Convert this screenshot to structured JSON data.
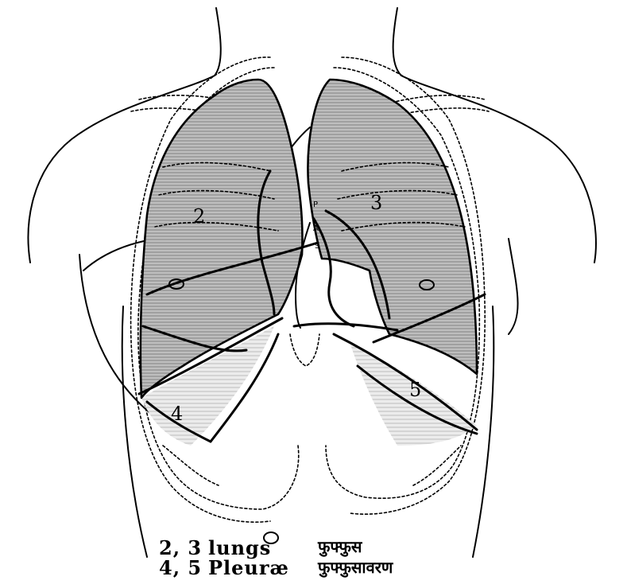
{
  "diagram": {
    "labels": {
      "lung_right": "2",
      "lung_left": "3",
      "pleura_right": "4",
      "pleura_left": "5",
      "mark_p": "P",
      "mark_a": "A",
      "mark_s": "S"
    },
    "legend": {
      "row1_numbers": "2, 3",
      "row1_english": "lungs",
      "row1_devanagari": "फुफ्फुस",
      "row2_numbers": "4, 5",
      "row2_english": "Pleuræ",
      "row2_devanagari": "फुफ्फुसावरण"
    }
  }
}
